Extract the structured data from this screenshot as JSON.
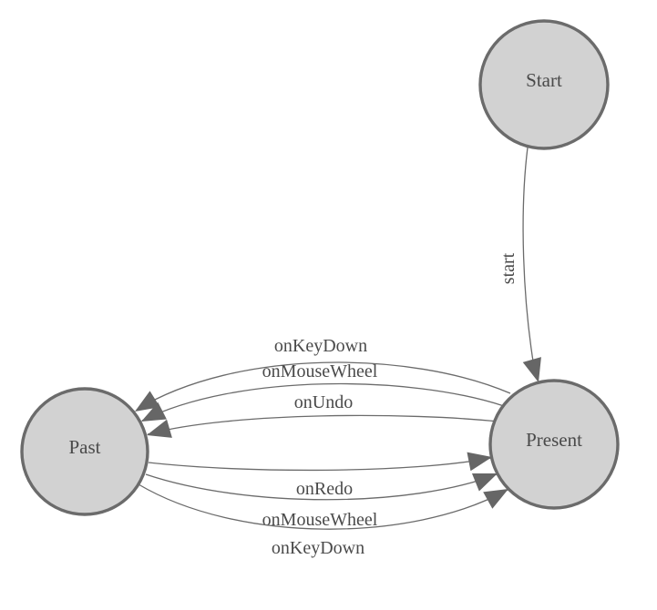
{
  "diagram": {
    "type": "state-machine",
    "nodes": [
      {
        "id": "start",
        "label": "Start"
      },
      {
        "id": "present",
        "label": "Present"
      },
      {
        "id": "past",
        "label": "Past"
      }
    ],
    "edges": [
      {
        "from": "Start",
        "to": "Present",
        "label": "start"
      },
      {
        "from": "Present",
        "to": "Past",
        "label": "onKeyDown"
      },
      {
        "from": "Present",
        "to": "Past",
        "label": "onMouseWheel"
      },
      {
        "from": "Present",
        "to": "Past",
        "label": "onUndo"
      },
      {
        "from": "Past",
        "to": "Present",
        "label": "onRedo"
      },
      {
        "from": "Past",
        "to": "Present",
        "label": "onMouseWheel"
      },
      {
        "from": "Past",
        "to": "Present",
        "label": "onKeyDown"
      }
    ],
    "colors": {
      "node_fill": "#d2d2d2",
      "node_stroke": "#6b6b6b",
      "edge_line": "#6b6b6b",
      "arrowhead": "#666666",
      "label_text": "#4a4a4a",
      "background": "#ffffff"
    }
  }
}
